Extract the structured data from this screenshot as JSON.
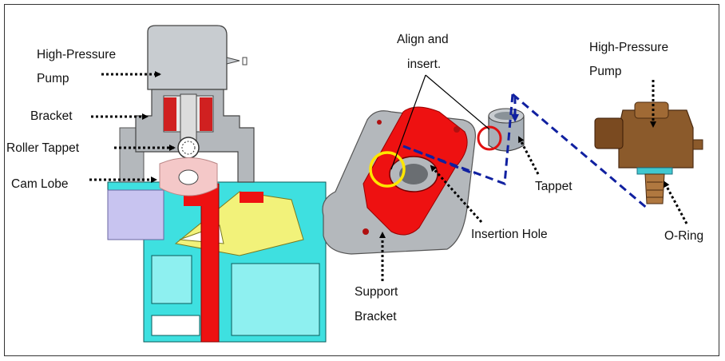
{
  "labels": {
    "high_pressure_pump_left": [
      "High-Pressure",
      "Pump"
    ],
    "bracket": "Bracket",
    "roller_tappet": "Roller Tappet",
    "cam_lobe": "Cam Lobe",
    "align_insert": [
      "Align and",
      "insert."
    ],
    "high_pressure_pump_right": [
      "High-Pressure",
      "Pump"
    ],
    "tappet": "Tappet",
    "insertion_hole": "Insertion Hole",
    "o_ring": "O-Ring",
    "support_bracket": [
      "Support",
      "Bracket"
    ]
  },
  "colors": {
    "head_cyan": "#3ee0e0",
    "oil_red": "#ee1111",
    "fuel_yellow": "#f2f27a",
    "pump_gray": "#c8ccd0",
    "bracket_gray": "#b4b8bc",
    "pump_brown": "#8b5a2b",
    "guide_blue": "#1020a0",
    "highlight_yellow": "#ffe600",
    "highlight_red": "#e01010"
  },
  "icons": [
    "dotted-arrow",
    "dashed-guide-line",
    "down-arrow-icon"
  ]
}
